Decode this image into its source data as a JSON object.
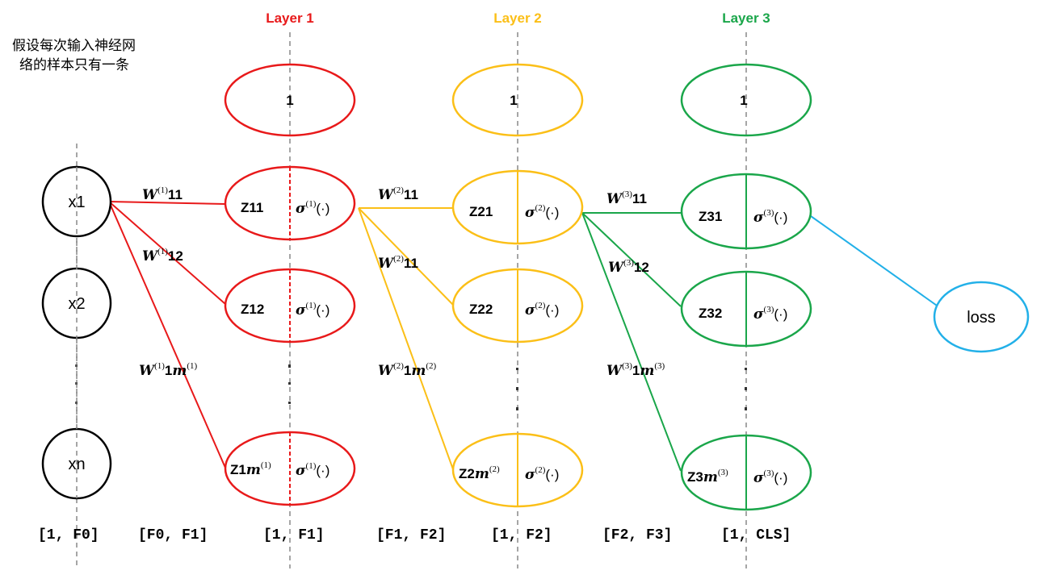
{
  "note": {
    "line1": "假设每次输入神经网",
    "line2": "络的样本只有一条"
  },
  "colors": {
    "layer1": "#e8191a",
    "layer2": "#fbbf17",
    "layer3": "#1aa64a",
    "loss": "#22b0e8",
    "input": "#000000",
    "guide": "#888888"
  },
  "input": {
    "nodes": [
      "x1",
      "x2",
      "xn"
    ],
    "dim": "[1,  F0]"
  },
  "layers": [
    {
      "title": "Layer  1",
      "bias": "1",
      "nodes": [
        {
          "z": "Z11",
          "sigma_sup": "(1)"
        },
        {
          "z": "Z12",
          "sigma_sup": "(1)"
        },
        {
          "z": "Z1",
          "m": "m",
          "m_sup": "(1)",
          "sigma_sup": "(1)"
        }
      ],
      "weights": [
        {
          "w_sup": "(1)",
          "sub": "11"
        },
        {
          "w_sup": "(1)",
          "sub": "12"
        },
        {
          "w_sup": "(1)",
          "sub": "1",
          "m": "m",
          "m_sup": "(1)"
        }
      ],
      "weight_dim": "[F0,  F1]",
      "dim": "[1,  F1]"
    },
    {
      "title": "Layer  2",
      "bias": "1",
      "nodes": [
        {
          "z": "Z21",
          "sigma_sup": "(2)"
        },
        {
          "z": "Z22",
          "sigma_sup": "(2)"
        },
        {
          "z": "Z2",
          "m": "m",
          "m_sup": "(2)",
          "sigma_sup": "(2)"
        }
      ],
      "weights": [
        {
          "w_sup": "(2)",
          "sub": "11"
        },
        {
          "w_sup": "(2)",
          "sub": "11"
        },
        {
          "w_sup": "(2)",
          "sub": "1",
          "m": "m",
          "m_sup": "(2)"
        }
      ],
      "weight_dim": "[F1,  F2]",
      "dim": "[1,  F2]"
    },
    {
      "title": "Layer  3",
      "bias": "1",
      "nodes": [
        {
          "z": "Z31",
          "sigma_sup": "(3)"
        },
        {
          "z": "Z32",
          "sigma_sup": "(3)"
        },
        {
          "z": "Z3",
          "m": "m",
          "m_sup": "(3)",
          "sigma_sup": "(3)"
        }
      ],
      "weights": [
        {
          "w_sup": "(3)",
          "sub": "11"
        },
        {
          "w_sup": "(3)",
          "sub": "12"
        },
        {
          "w_sup": "(3)",
          "sub": "1",
          "m": "m",
          "m_sup": "(3)"
        }
      ],
      "weight_dim": "[F2,  F3]",
      "dim": "[1,  CLS]"
    }
  ],
  "math": {
    "weight_symbol": "W",
    "sigma_symbol": "σ",
    "sigma_arg": "(·)"
  },
  "loss": {
    "label": "loss"
  }
}
